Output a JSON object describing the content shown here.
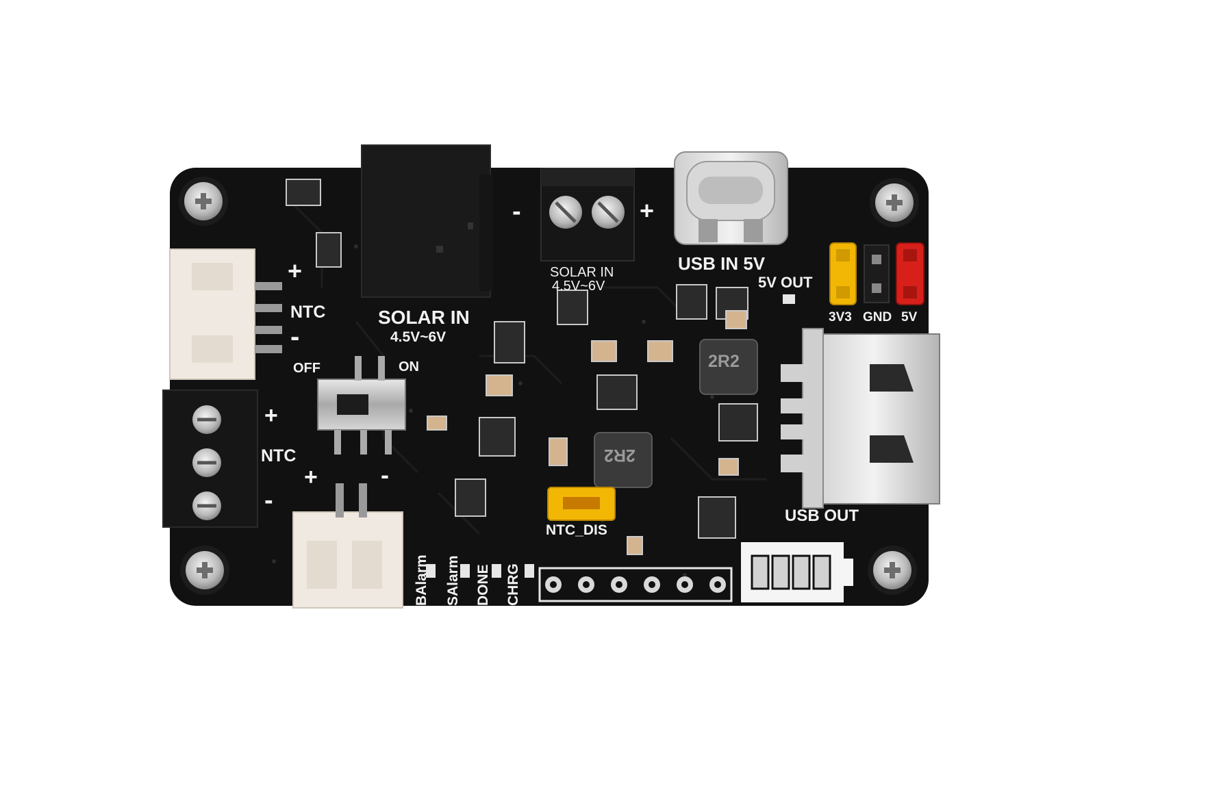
{
  "board": {
    "colors": {
      "pcb": "#111111",
      "silkscreen": "#f2f2f2",
      "jumper_yellow": "#f2b705",
      "jumper_red": "#d8201a",
      "connector_white": "#efe9e1"
    },
    "labels": {
      "solar_in_main": "SOLAR IN",
      "solar_in_main_range": "4.5V~6V",
      "solar_in_terminal": "SOLAR IN",
      "solar_in_terminal_range": "4.5V~6V",
      "usb_in": "USB IN 5V",
      "five_v_out": "5V OUT",
      "pin_3v3": "3V3",
      "pin_gnd": "GND",
      "pin_5v": "5V",
      "usb_out": "USB OUT",
      "ntc_upper": "NTC",
      "ntc_lower": "NTC",
      "switch_off": "OFF",
      "switch_on": "ON",
      "ntc_dis": "NTC_DIS",
      "inductor_1": "2R2",
      "inductor_2": "2R2",
      "plus_1": "+",
      "minus_1": "-",
      "plus_2": "+",
      "minus_2": "-",
      "plus_3": "+",
      "minus_3": "-",
      "plus_4": "+",
      "minus_4": "-",
      "led_balarm": "BAlarm",
      "led_salarm": "SAlarm",
      "led_done": "DONE",
      "led_chrg": "CHRG"
    }
  }
}
